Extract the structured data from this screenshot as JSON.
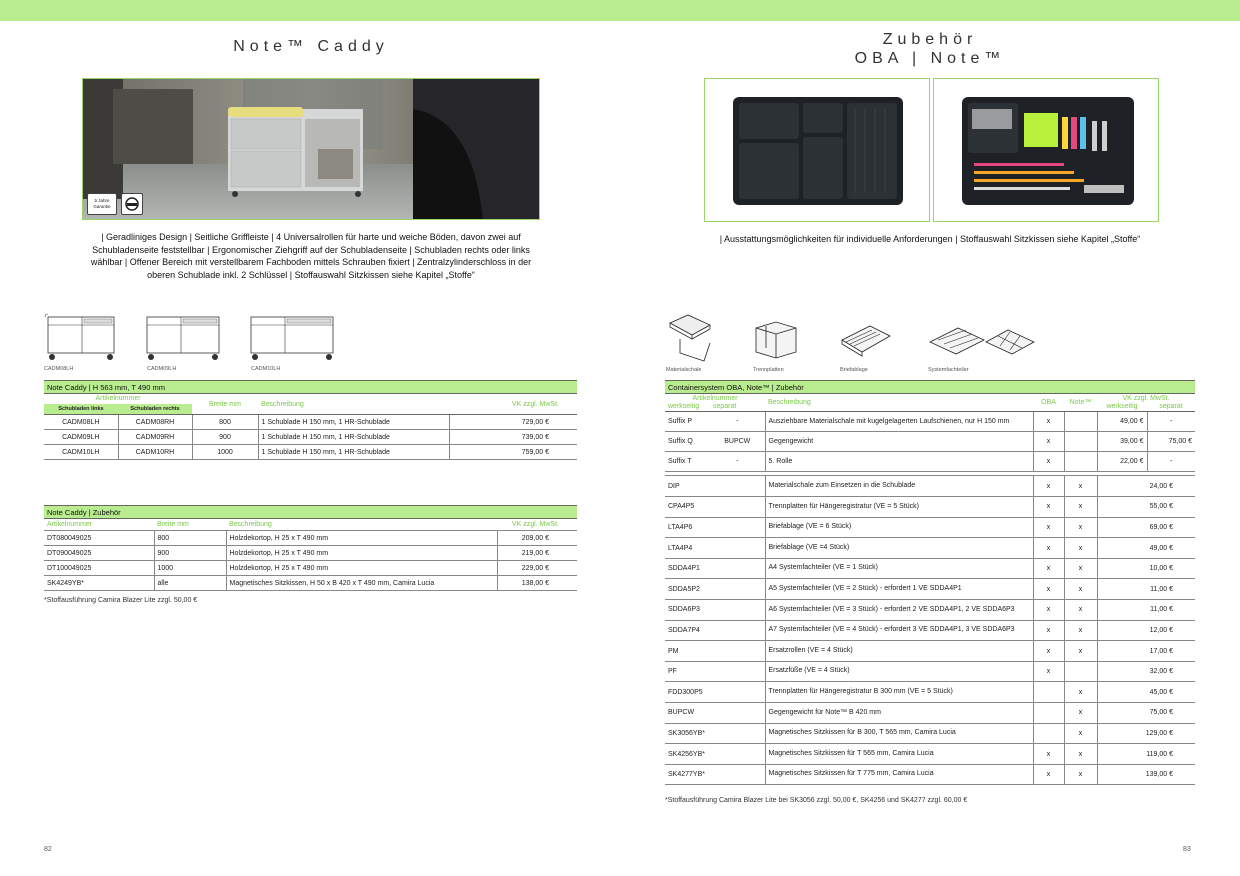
{
  "left": {
    "title": "Note™ Caddy",
    "badge": {
      "line1": "5 Jahre",
      "line2": "Garantie"
    },
    "description": "| Geradliniges Design | Seitliche Griffleiste | 4 Universalrollen für harte und weiche Böden, davon zwei auf Schubladenseite feststellbar | Ergonomischer Ziehgriff auf der Schubladenseite | Schubladen rechts oder links wählbar | Offener Bereich mit verstellbarem Fachboden mittels Schrauben fixiert | Zentralzylinderschloss in der oberen Schublade inkl. 2 Schlüssel | Stoffauswahl Sitzkissen siehe Kapitel „Stoffe“",
    "variants": [
      "CADM08LH",
      "CADM09LH",
      "CADM10LH"
    ],
    "table1": {
      "heading": "Note Caddy | H 563 mm, T 490 mm",
      "col_article": "Artikelnummer",
      "col_left": "Schubladen links",
      "col_right": "Schubladen rechts",
      "col_width": "Breite mm",
      "col_desc": "Beschreibung",
      "col_price": "VK zzgl. MwSt.",
      "rows": [
        {
          "left": "CADM08LH",
          "right": "CADM08RH",
          "width": "800",
          "desc": "1 Schublade H 150 mm, 1 HR-Schublade",
          "price": "729,00 €"
        },
        {
          "left": "CADM09LH",
          "right": "CADM09RH",
          "width": "900",
          "desc": "1 Schublade H 150 mm, 1 HR-Schublade",
          "price": "739,00 €"
        },
        {
          "left": "CADM10LH",
          "right": "CADM10RH",
          "width": "1000",
          "desc": "1 Schublade H 150 mm, 1 HR-Schublade",
          "price": "759,00 €"
        }
      ]
    },
    "table2": {
      "heading": "Note Caddy | Zubehör",
      "col_article": "Artikelnummer",
      "col_width": "Breite mm",
      "col_desc": "Beschreibung",
      "col_price": "VK zzgl. MwSt.",
      "rows": [
        {
          "article": "DT080049025",
          "width": "800",
          "desc": "Holzdekortop, H 25 x T 490 mm",
          "price": "209,00 €"
        },
        {
          "article": "DT090049025",
          "width": "900",
          "desc": "Holzdekortop, H 25 x T 490 mm",
          "price": "219,00 €"
        },
        {
          "article": "DT100049025",
          "width": "1000",
          "desc": "Holzdekortop, H 25 x T 490 mm",
          "price": "229,00 €"
        },
        {
          "article": "SK4249YB*",
          "width": "alle",
          "desc": "Magnetisches Sitzkissen, H 50 x B 420 x T 490 mm, Camira Lucia",
          "price": "138,00 €"
        }
      ],
      "footnote": "*Stoffausführung Camira Blazer Lite zzgl. 50,00 €"
    },
    "page_number": "82"
  },
  "right": {
    "title_line1": "Zubehör",
    "title_line2": "OBA | Note™",
    "description": "| Ausstattungsmöglichkeiten für individuelle Anforderungen | Stoffauswahl Sitzkissen siehe Kapitel „Stoffe“",
    "icons": [
      "Materialschale",
      "Trennplatten",
      "Briefablage",
      "Systemfachteiler"
    ],
    "table": {
      "heading": "Containersystem OBA, Note™ | Zubehör",
      "col_article": "Artikelnummer",
      "col_werkseitig": "werkseitig",
      "col_separat": "separat",
      "col_desc": "Beschreibung",
      "col_oba": "OBA",
      "col_note": "Note™",
      "col_price": "VK zzgl. MwSt.",
      "col_price_w": "werkseitig",
      "col_price_s": "separat",
      "suffix_rows": [
        {
          "w": "Suffix P",
          "s": "-",
          "desc": "Ausziehbare Materialschale mit kugelgelagerten Laufschienen, nur H 150 mm",
          "oba": "x",
          "note": "",
          "pw": "49,00 €",
          "ps": "-"
        },
        {
          "w": "Suffix Q",
          "s": "BUPCW",
          "desc": "Gegengewicht",
          "oba": "x",
          "note": "",
          "pw": "39,00 €",
          "ps": "75,00 €"
        },
        {
          "w": "Suffix T",
          "s": "-",
          "desc": "5. Rolle",
          "oba": "x",
          "note": "",
          "pw": "22,00 €",
          "ps": "-"
        }
      ],
      "rows": [
        {
          "article": "DIP",
          "desc": "Materialschale zum Einsetzen in die Schublade",
          "oba": "x",
          "note": "x",
          "price": "24,00 €"
        },
        {
          "article": "CPA4P5",
          "desc": "Trennplatten für Hängeregistratur (VE = 5 Stück)",
          "oba": "x",
          "note": "x",
          "price": "55,00 €"
        },
        {
          "article": "LTA4P6",
          "desc": "Briefablage (VE = 6 Stück)",
          "oba": "x",
          "note": "x",
          "price": "69,00 €"
        },
        {
          "article": "LTA4P4",
          "desc": "Briefablage (VE =4 Stück)",
          "oba": "x",
          "note": "x",
          "price": "49,00 €"
        },
        {
          "article": "SDDA4P1",
          "desc": "A4 Systemfachteiler (VE = 1 Stück)",
          "oba": "x",
          "note": "x",
          "price": "10,00 €"
        },
        {
          "article": "SDDA5P2",
          "desc": "A5 Systemfachteiler (VE = 2 Stück) - erfordert 1 VE SDDA4P1",
          "oba": "x",
          "note": "x",
          "price": "11,00 €"
        },
        {
          "article": "SDDA6P3",
          "desc": "A6 Systemfachteiler (VE = 3 Stück) - erfordert 2 VE SDDA4P1, 2 VE SDDA6P3",
          "oba": "x",
          "note": "x",
          "price": "11,00 €"
        },
        {
          "article": "SDDA7P4",
          "desc": "A7 Systemfachteiler (VE = 4 Stück) - erfordert 3 VE SDDA4P1, 3 VE SDDA6P3",
          "oba": "x",
          "note": "x",
          "price": "12,00 €"
        },
        {
          "article": "PM",
          "desc": "Ersatzrollen (VE = 4 Stück)",
          "oba": "x",
          "note": "x",
          "price": "17,00 €"
        },
        {
          "article": "PF",
          "desc": "Ersatzfüße (VE = 4 Stück)",
          "oba": "x",
          "note": "",
          "price": "32,00 €"
        },
        {
          "article": "FDD300P5",
          "desc": "Trennplatten für Hängeregistratur B 300 mm (VE = 5 Stück)",
          "oba": "",
          "note": "x",
          "price": "45,00 €"
        },
        {
          "article": "BUPCW",
          "desc": "Gegengewicht für Note™  B 420 mm",
          "oba": "",
          "note": "x",
          "price": "75,00 €"
        },
        {
          "article": "SK3056YB*",
          "desc": "Magnetisches Sitzkissen für B 300, T 565 mm, Camira Lucia",
          "oba": "",
          "note": "x",
          "price": "129,00 €"
        },
        {
          "article": "SK4256YB*",
          "desc": "Magnetisches Sitzkissen für T 565 mm, Camira Lucia",
          "oba": "x",
          "note": "x",
          "price": "119,00 €"
        },
        {
          "article": "SK4277YB*",
          "desc": "Magnetisches Sitzkissen für T 775 mm, Camira Lucia",
          "oba": "x",
          "note": "x",
          "price": "139,00 €"
        }
      ],
      "footnote": "*Stoffausführung Camira Blazer Lite bei SK3056 zzgl. 50,00 €, SK4256 und SK4277 zzgl. 60,00 €"
    },
    "page_number": "83"
  },
  "colors": {
    "accent_green": "#b8ec8e",
    "subheader_green": "#7bc84a"
  }
}
